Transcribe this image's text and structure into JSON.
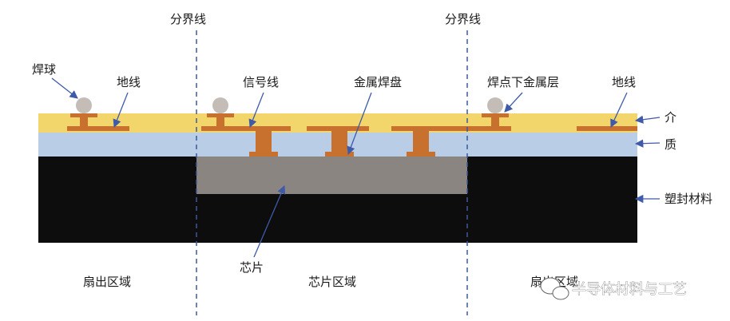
{
  "labels": {
    "boundary_left": "分界线",
    "boundary_right": "分界线",
    "solder_ball": "焊球",
    "ground_left": "地线",
    "signal_line": "信号线",
    "metal_pad": "金属焊盘",
    "ubm": "焊点下金属层",
    "ground_right": "地线",
    "dielectric_1": "介",
    "dielectric_2": "质",
    "molding": "塑封材料",
    "chip": "芯片",
    "fanout_left": "扇出区域",
    "chip_region": "芯片区域",
    "fanout_right": "扇出区域"
  },
  "watermark": "半导体材料与工艺",
  "colors": {
    "dielectric_top": "#f3d66b",
    "dielectric_bottom": "#b9cde6",
    "molding": "#0d0d0d",
    "chip": "#8a8580",
    "copper": "#c8702d",
    "solder_ball": "#c4bcb6",
    "boundary": "#3c5a9a",
    "arrow": "#3e5aa8"
  }
}
